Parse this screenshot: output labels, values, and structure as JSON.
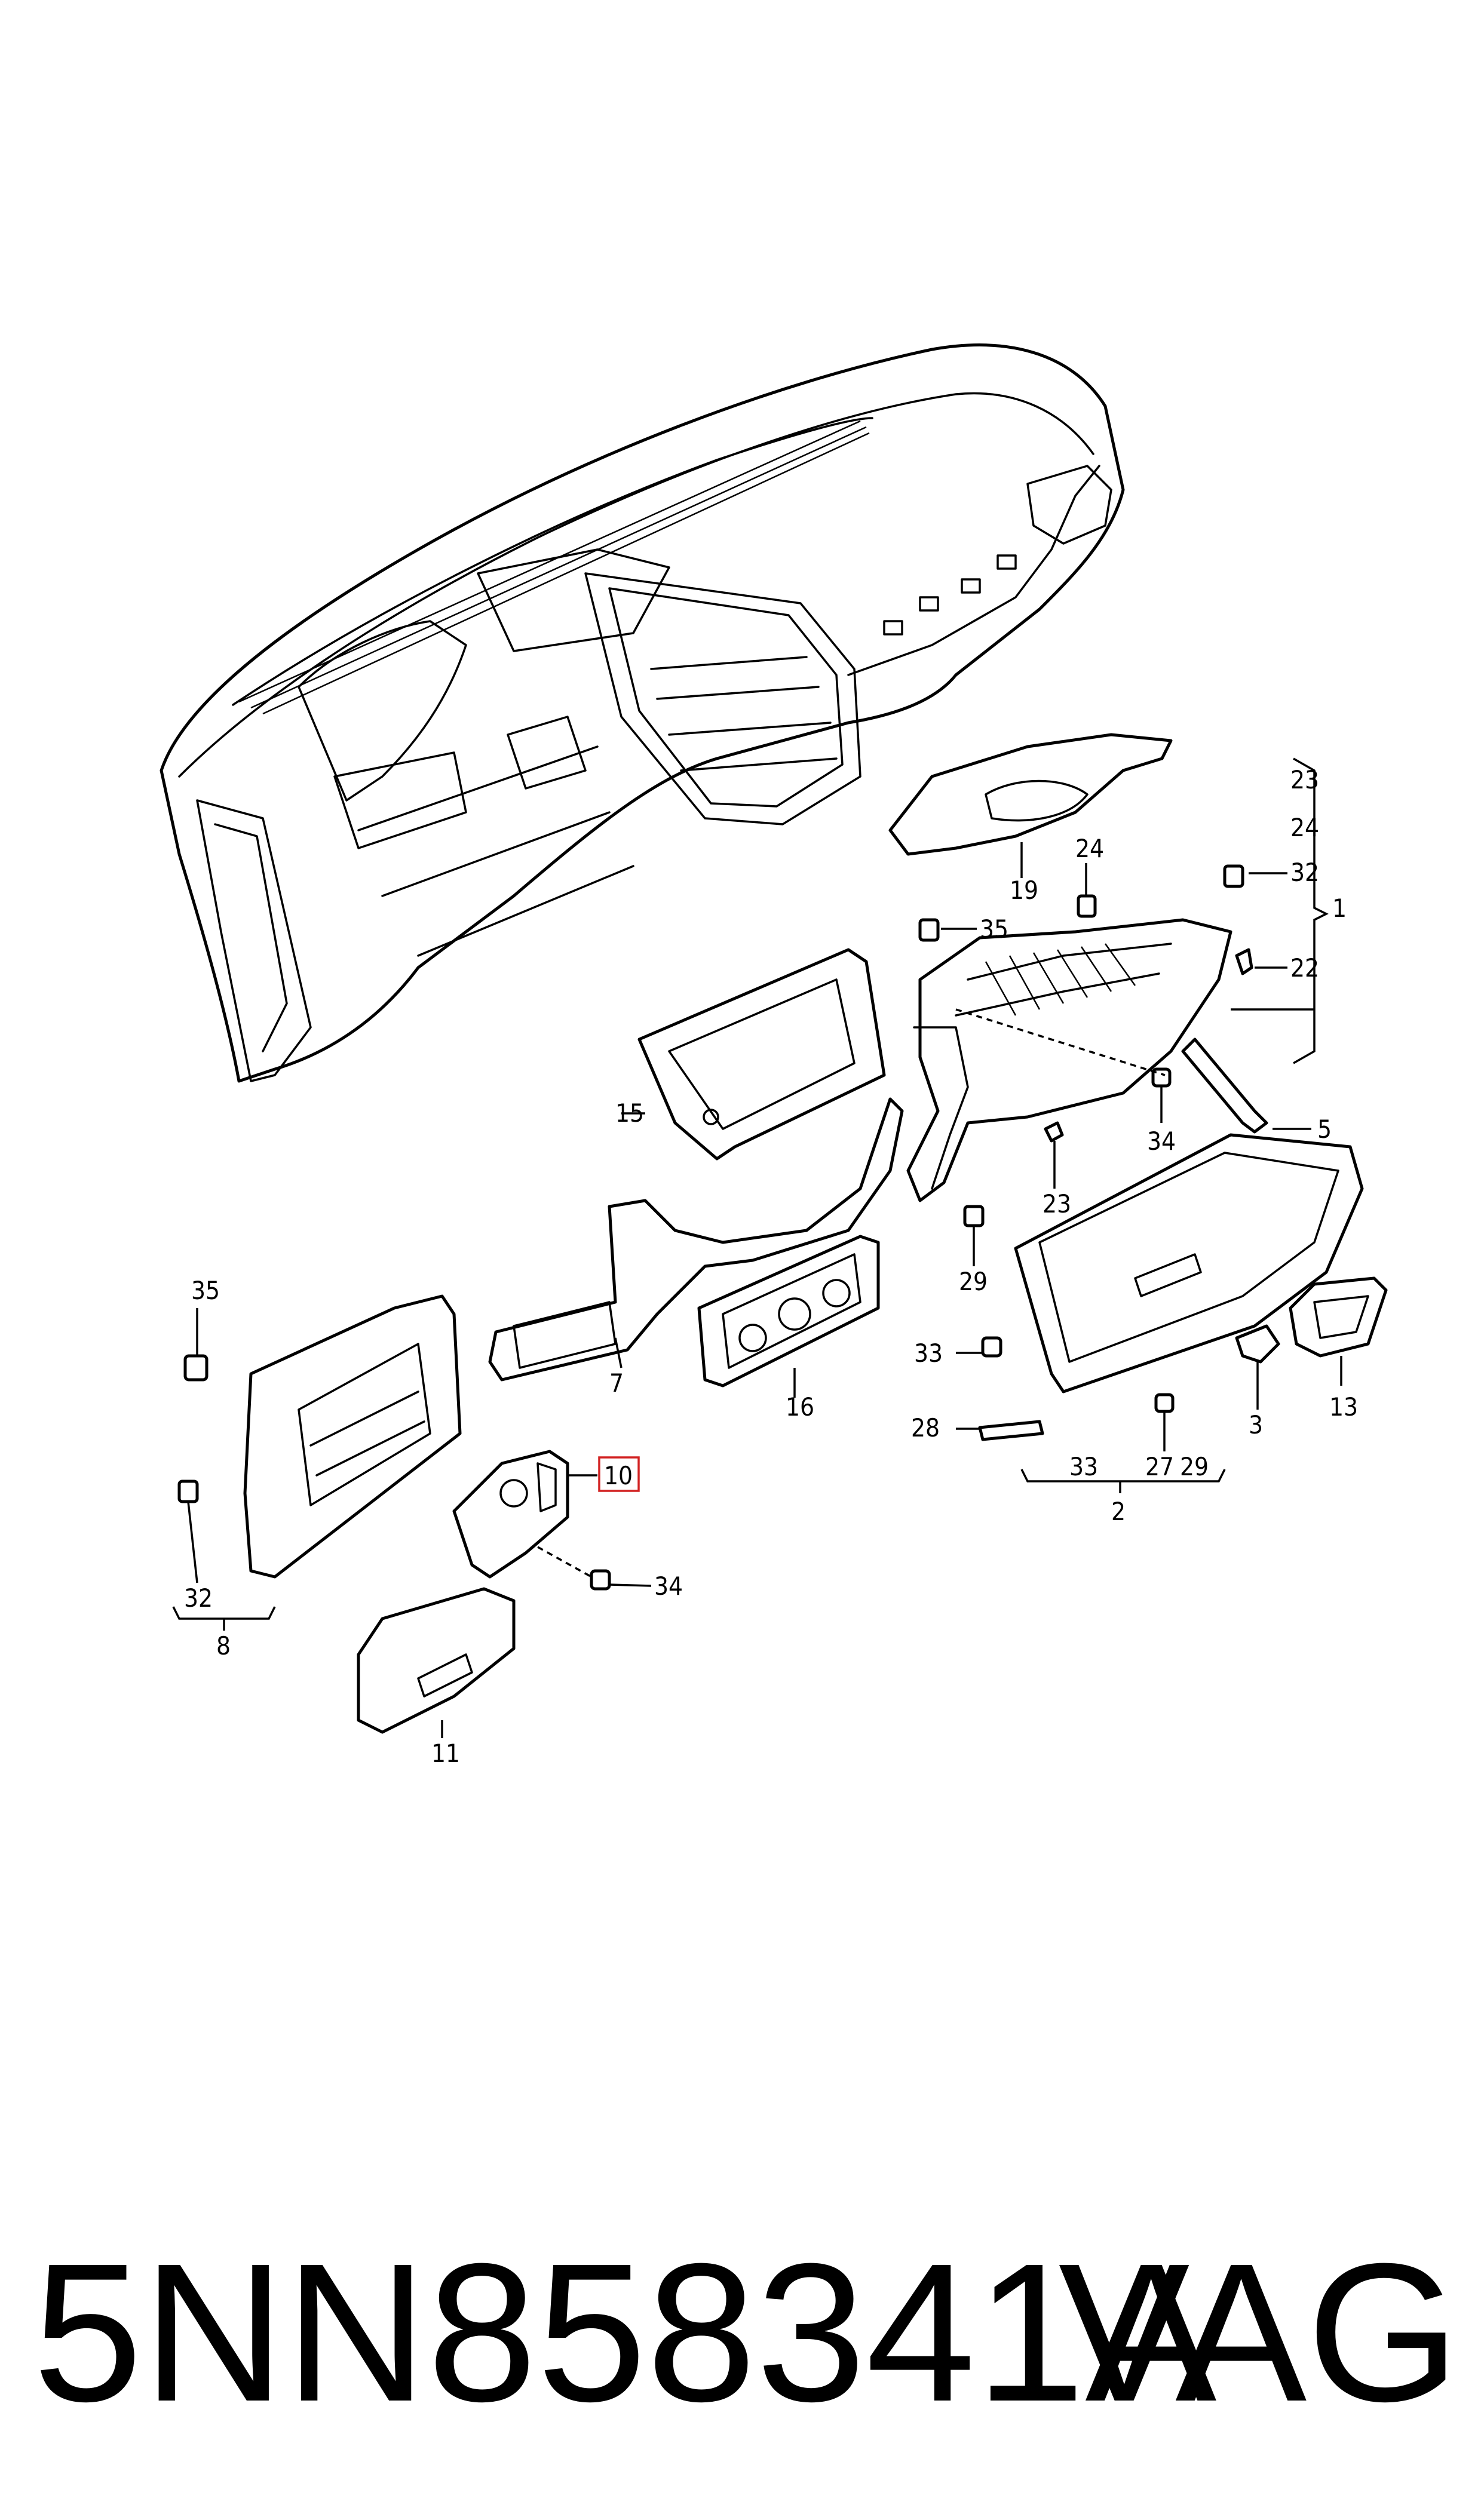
{
  "labels": {
    "l1": "1",
    "l2": "2",
    "l3": "3",
    "l5": "5",
    "l7": "7",
    "l8": "8",
    "l10": "10",
    "l11": "11",
    "l13": "13",
    "l15": "15",
    "l16": "16",
    "l19": "19",
    "l22": "22",
    "l23a": "23",
    "l23b": "23",
    "l24a": "24",
    "l24b": "24",
    "l27": "27",
    "l28": "28",
    "l29a": "29",
    "l29b": "29",
    "l32a": "32",
    "l32b": "32",
    "l33a": "33",
    "l33b": "33",
    "l34a": "34",
    "l34b": "34",
    "l35a": "35",
    "l35b": "35"
  },
  "highlighted_label": "10",
  "highlight_color": "#d22222",
  "footer": {
    "part_number": "5NN858341A",
    "brand": "VAG"
  }
}
